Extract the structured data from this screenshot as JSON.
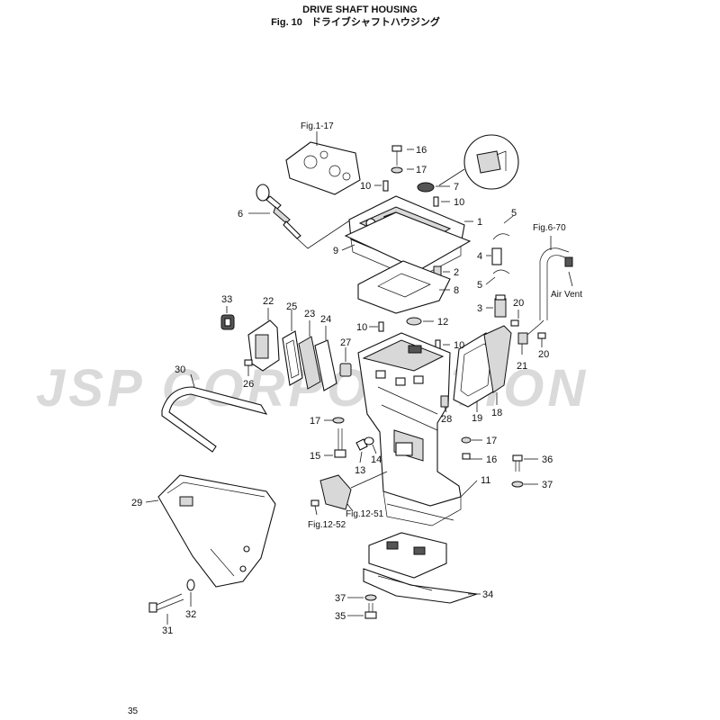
{
  "header": {
    "title": "DRIVE SHAFT HOUSING",
    "fig_label": "Fig. 10",
    "title_jp": "ドライブシャフトハウジング"
  },
  "watermark": "JSP CORPORATION",
  "page_number": "35",
  "refs": {
    "fig_1_17": "Fig.1-17",
    "fig_6_70": "Fig.6-70",
    "air_vent": "Air Vent",
    "fig_12_51": "Fig.12-51",
    "fig_12_52": "Fig.12-52"
  },
  "callouts": {
    "c1": "1",
    "c2": "2",
    "c3": "3",
    "c4": "4",
    "c5a": "5",
    "c5b": "5",
    "c6": "6",
    "c7": "7",
    "c8": "8",
    "c9": "9",
    "c10a": "10",
    "c10b": "10",
    "c10c": "10",
    "c10d": "10",
    "c11": "11",
    "c12": "12",
    "c13": "13",
    "c14": "14",
    "c15": "15",
    "c16a": "16",
    "c16b": "16",
    "c17a": "17",
    "c17b": "17",
    "c17c": "17",
    "c18": "18",
    "c19": "19",
    "c20a": "20",
    "c20b": "20",
    "c21": "21",
    "c22": "22",
    "c23": "23",
    "c24": "24",
    "c25": "25",
    "c26": "26",
    "c27": "27",
    "c28": "28",
    "c29": "29",
    "c30": "30",
    "c31": "31",
    "c32": "32",
    "c33": "33",
    "c34": "34",
    "c35": "35",
    "c36": "36",
    "c37a": "37",
    "c37b": "37"
  }
}
